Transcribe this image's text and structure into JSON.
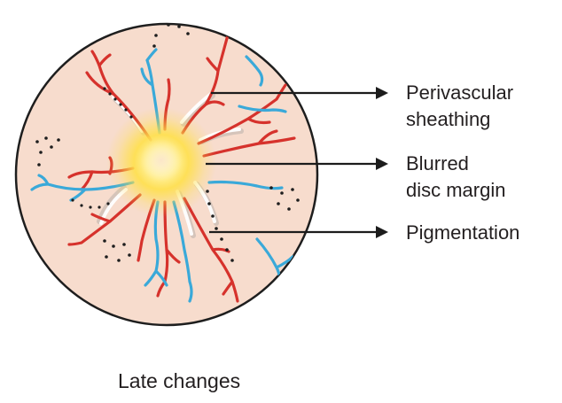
{
  "labels": {
    "perivascular_line1": "Perivascular",
    "perivascular_line2": "sheathing",
    "blurred_line1": "Blurred",
    "blurred_line2": "disc margin",
    "pigmentation": "Pigmentation"
  },
  "caption": "Late changes",
  "colors": {
    "fundus": "#f7dccd",
    "outline": "#1e1e1e",
    "artery": "#d6322c",
    "vein": "#3aa9d9",
    "disc_center": "#fff6c0",
    "disc_glow": "#ffe04a",
    "pigment": "#1e1e1e"
  }
}
